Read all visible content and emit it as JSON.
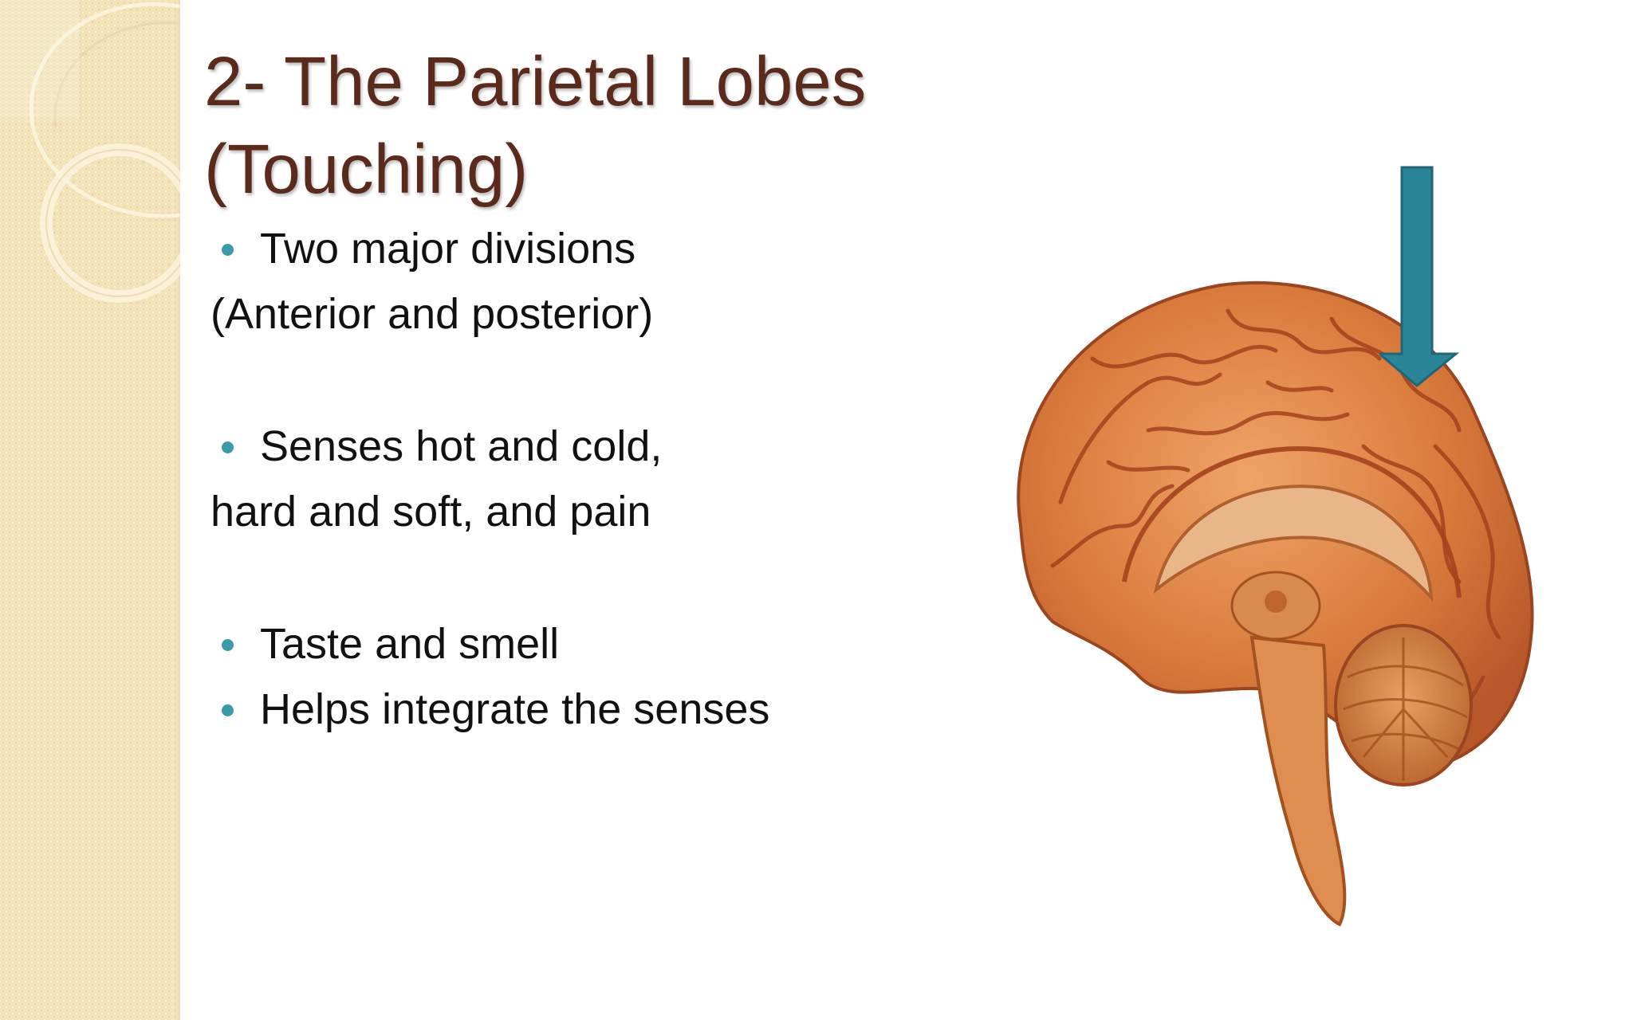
{
  "slide": {
    "title_lines": [
      "2- The Parietal Lobes",
      "(Touching)"
    ],
    "lines": [
      {
        "text": "Two major divisions",
        "bullet": true
      },
      {
        "text": "(Anterior and posterior)",
        "bullet": false
      },
      {
        "text": "Senses hot and cold,",
        "bullet": true
      },
      {
        "text": "hard and soft, and pain",
        "bullet": false
      },
      {
        "text": "Taste and smell",
        "bullet": true
      },
      {
        "text": "Helps integrate the senses",
        "bullet": true
      }
    ]
  },
  "theme": {
    "title_color": "#5a2a1d",
    "bullet_color": "#3a9aaa",
    "band_color": "#f3e3b8",
    "arrow_color": "#2b8599"
  },
  "image": {
    "brain_icon": "brain-midsagittal-icon",
    "arrow_icon": "down-arrow-icon"
  }
}
